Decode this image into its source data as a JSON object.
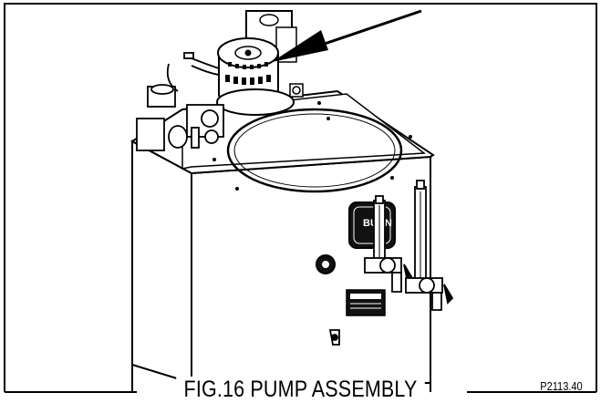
{
  "figure": {
    "caption": "FIG.16 PUMP ASSEMBLY",
    "part_number": "P2113.40",
    "brand_badge_text": "BUNN"
  }
}
